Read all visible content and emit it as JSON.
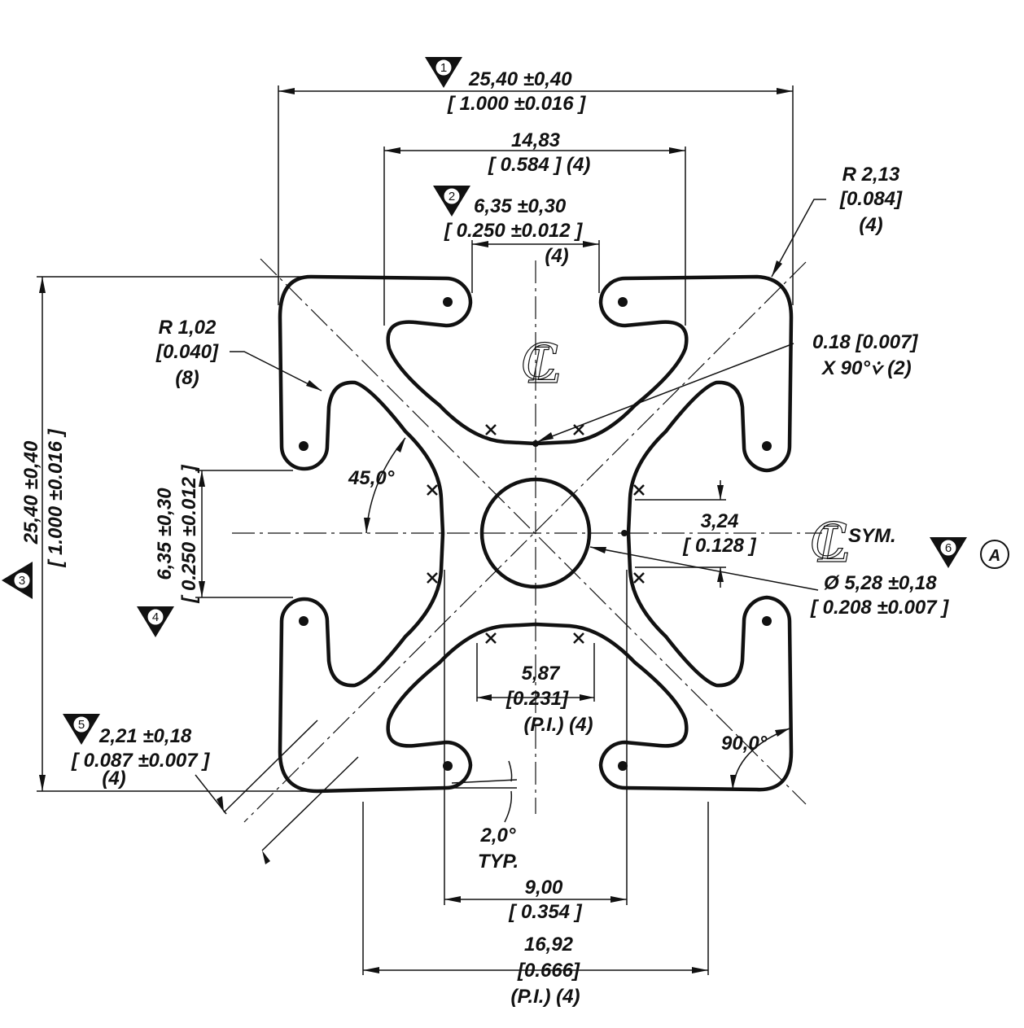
{
  "dimensions": {
    "overall_width_mm": "25,40 ±0,40",
    "overall_width_in": "[ 1.000 ±0.016 ]",
    "inner_width_mm": "14,83",
    "inner_width_in": "[ 0.584 ] (4)",
    "slot_width_mm": "6,35 ±0,30",
    "slot_width_in": "[ 0.250 ±0.012 ]",
    "slot_count": "(4)",
    "corner_radius_mm": "R 2,13",
    "corner_radius_in": "[0.084]",
    "corner_radius_count": "(4)",
    "small_radius_mm": "R 1,02",
    "small_radius_in": "[0.040]",
    "small_radius_count": "(8)",
    "groove_mm": "0.18 [0.007]",
    "groove_note": "X 90°⩒ (2)",
    "angle_45": "45,0°",
    "side_slot_mm": "6,35 ±0,30",
    "side_slot_in": "[ 0.250 ±0.012 ]",
    "overall_height_mm": "25,40 ±0,40",
    "overall_height_in": "[ 1.000 ±0.016 ]",
    "offset_mm": "3,24",
    "offset_in": "[ 0.128 ]",
    "sym_label": "SYM.",
    "datum_label": "A",
    "bore_mm": "Ø 5,28 ±0,18",
    "bore_in": "[ 0.208 ±0.007 ]",
    "inner_slot_mm": "5,87",
    "inner_slot_in": "[0.231]",
    "inner_slot_note": "(P.I.) (4)",
    "wall_mm": "2,21 ±0,18",
    "wall_in": "[ 0.087 ±0.007 ]",
    "wall_count": "(4)",
    "draft_angle": "2,0°",
    "draft_note": "TYP.",
    "angle_90": "90,0°",
    "core_width_mm": "9,00",
    "core_width_in": "[ 0.354 ]",
    "pitch_mm": "16,92",
    "pitch_in": "[0.666]",
    "pitch_note": "(P.I.) (4)"
  },
  "callouts": {
    "c1": "1",
    "c2": "2",
    "c3": "3",
    "c4": "4",
    "c5": "5",
    "c6": "6"
  }
}
